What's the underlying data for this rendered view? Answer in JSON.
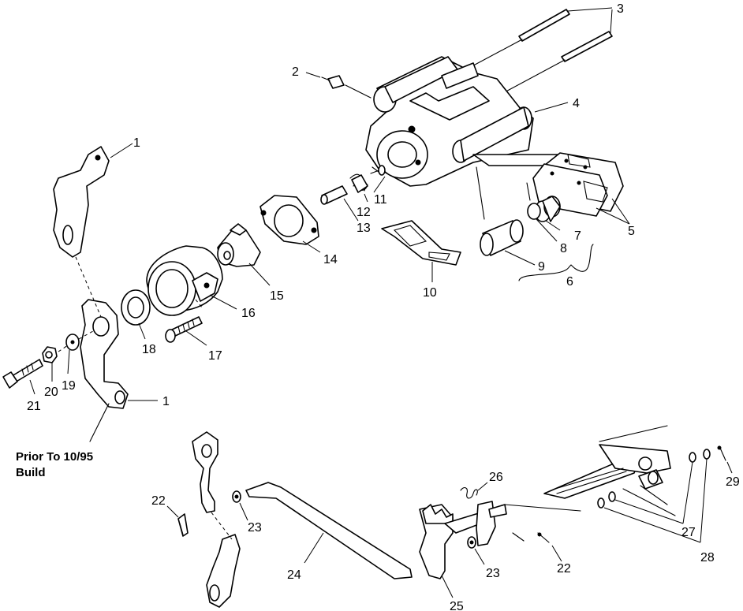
{
  "callouts": [
    "1",
    "1",
    "2",
    "3",
    "4",
    "5",
    "6",
    "7",
    "8",
    "9",
    "10",
    "11",
    "12",
    "13",
    "14",
    "15",
    "16",
    "17",
    "18",
    "19",
    "20",
    "21",
    "22",
    "22",
    "23",
    "23",
    "24",
    "25",
    "26",
    "27",
    "28",
    "29"
  ],
  "note": {
    "line1": "Prior To 10/95",
    "line2": "Build"
  }
}
